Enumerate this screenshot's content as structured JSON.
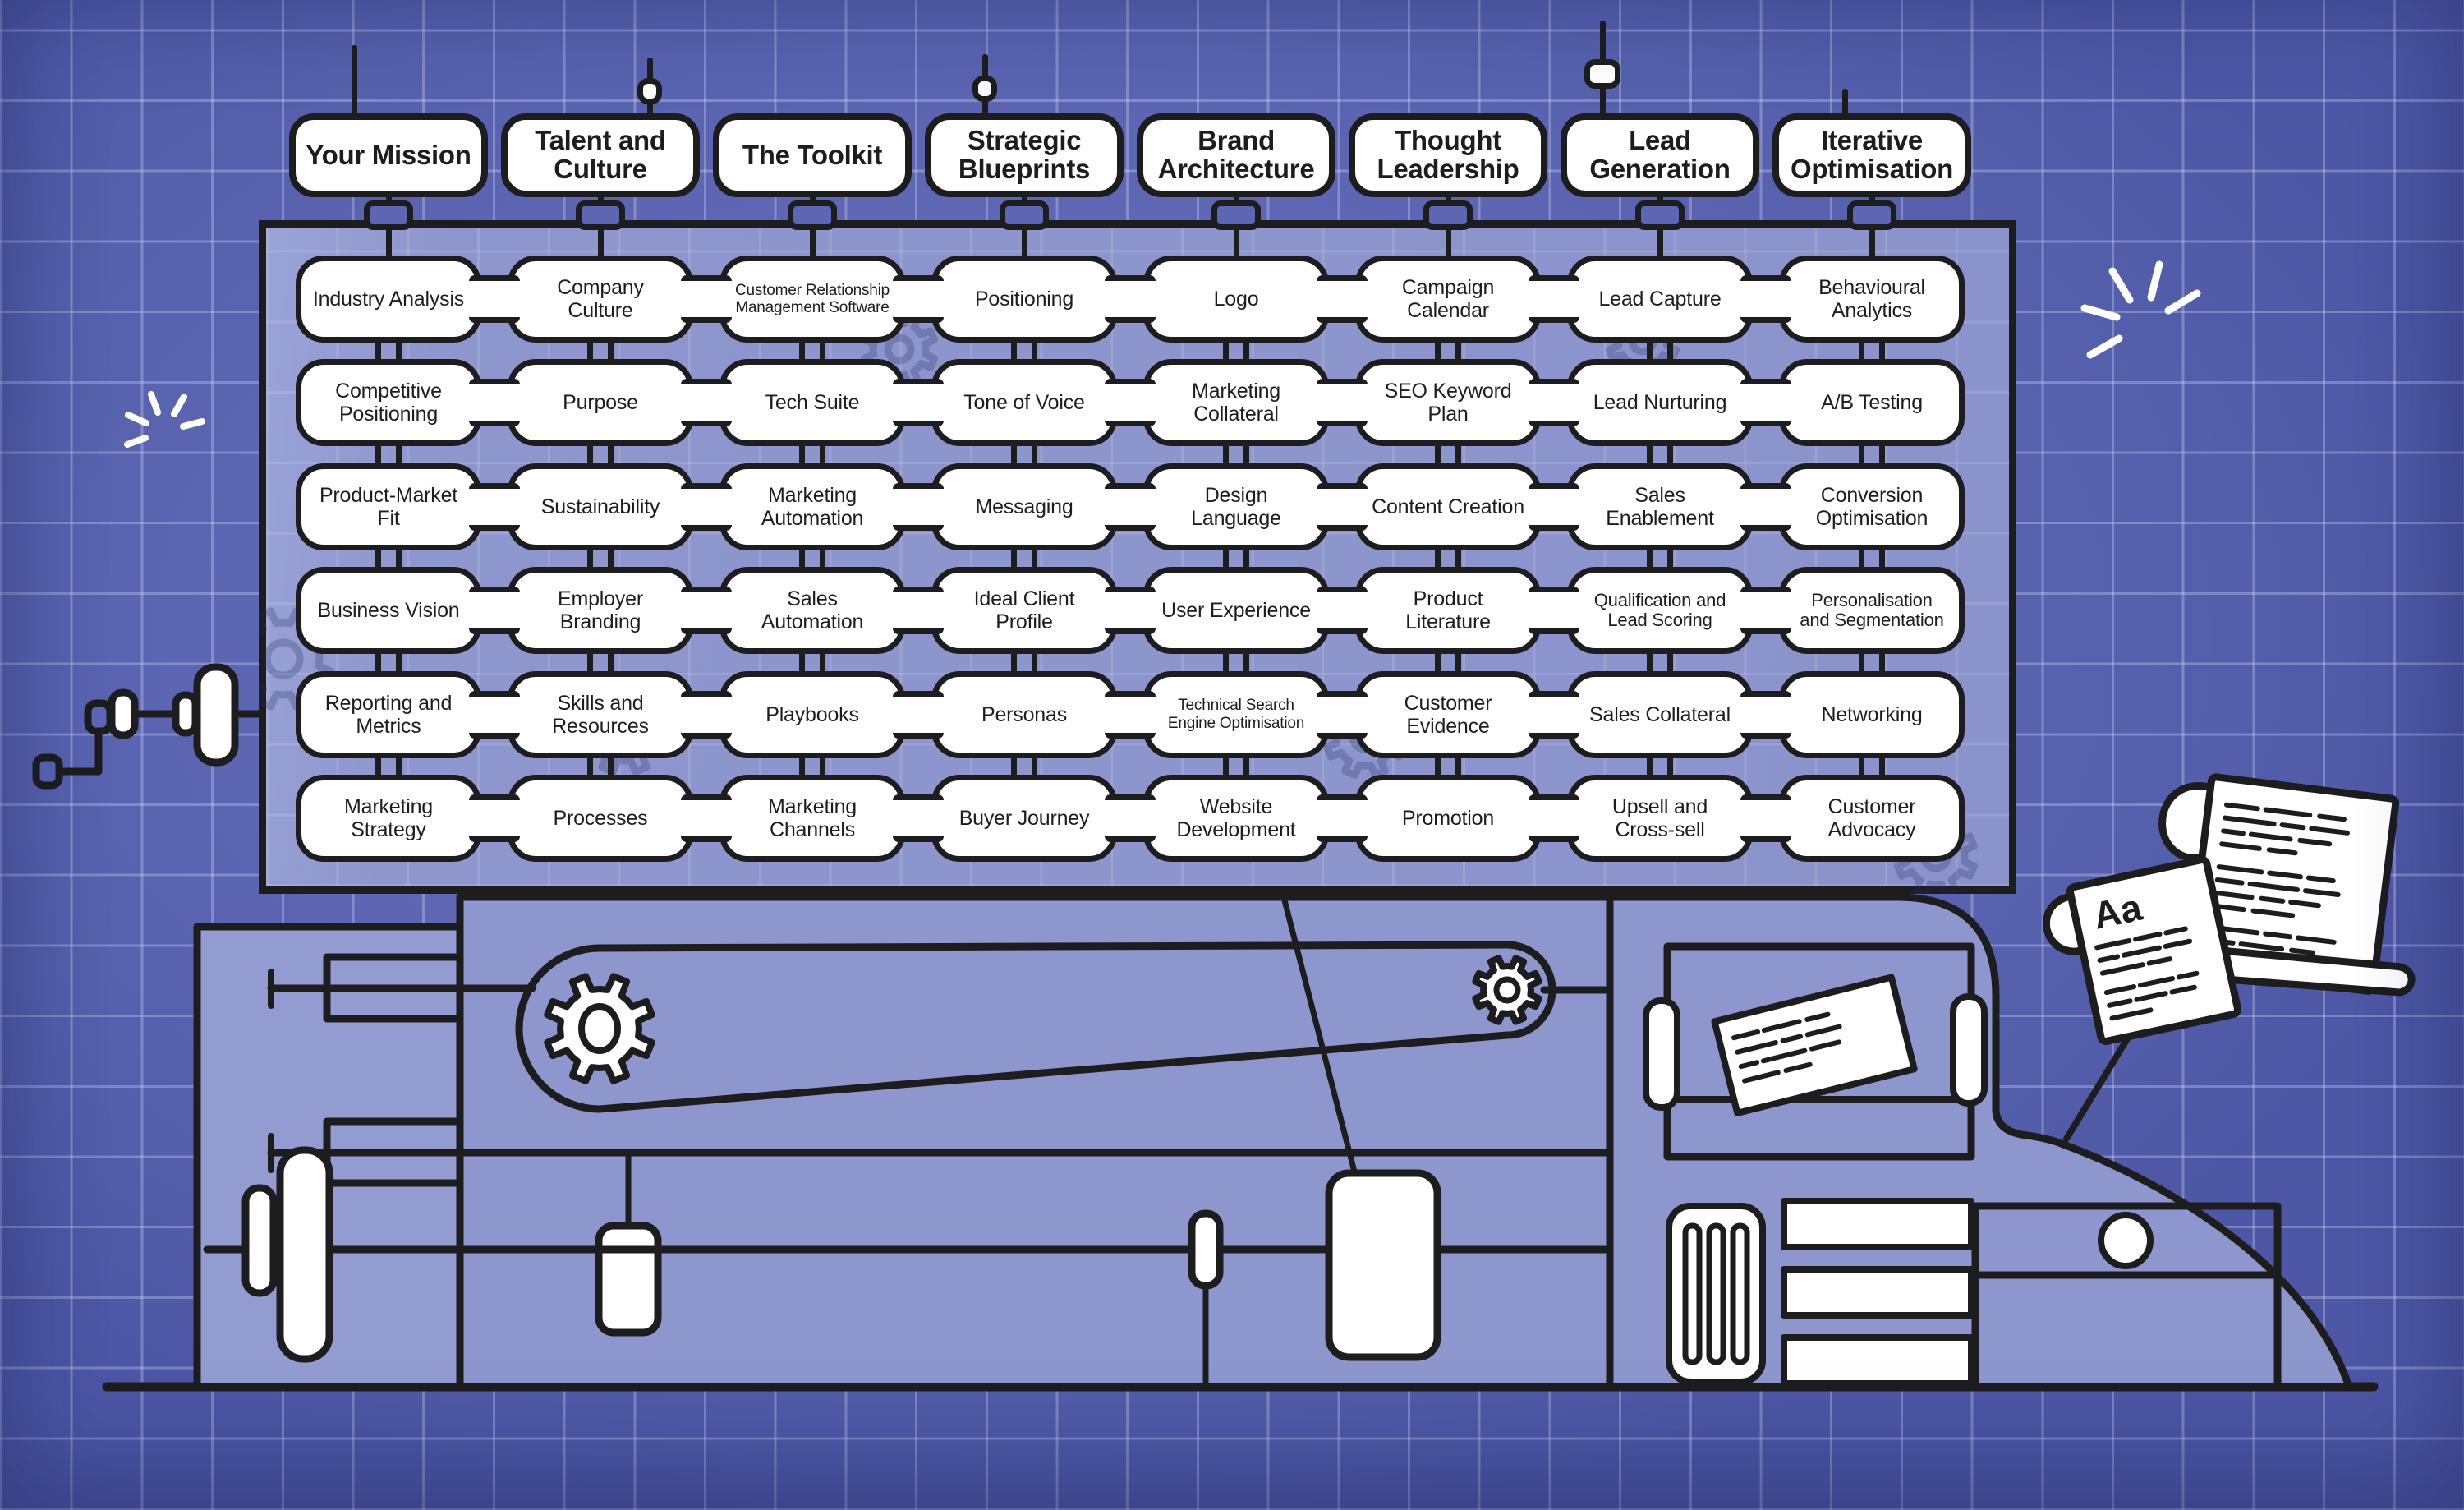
{
  "colors": {
    "background": "#5c66b3",
    "panel": "#8e97cd",
    "ink": "#1d1d20",
    "card": "#ffffff"
  },
  "output_paper": {
    "label": "Aa"
  },
  "columns": [
    {
      "header": "Your Mission",
      "items": [
        "Industry Analysis",
        "Competitive Positioning",
        "Product-Market Fit",
        "Business Vision",
        "Reporting and Metrics",
        "Marketing Strategy"
      ]
    },
    {
      "header": "Talent and Culture",
      "items": [
        "Company Culture",
        "Purpose",
        "Sustainability",
        "Employer Branding",
        "Skills and Resources",
        "Processes"
      ]
    },
    {
      "header": "The Toolkit",
      "items": [
        "Customer Relationship Management Software",
        "Tech Suite",
        "Marketing Automation",
        "Sales Automation",
        "Playbooks",
        "Marketing Channels"
      ]
    },
    {
      "header": "Strategic Blueprints",
      "items": [
        "Positioning",
        "Tone of Voice",
        "Messaging",
        "Ideal Client Profile",
        "Personas",
        "Buyer Journey"
      ]
    },
    {
      "header": "Brand Architecture",
      "items": [
        "Logo",
        "Marketing Collateral",
        "Design Language",
        "User Experience",
        "Technical Search Engine Optimisation",
        "Website Development"
      ]
    },
    {
      "header": "Thought Leadership",
      "items": [
        "Campaign Calendar",
        "SEO Keyword Plan",
        "Content Creation",
        "Product Literature",
        "Customer Evidence",
        "Promotion"
      ]
    },
    {
      "header": "Lead Generation",
      "items": [
        "Lead Capture",
        "Lead Nurturing",
        "Sales Enablement",
        "Qualification and Lead Scoring",
        "Sales Collateral",
        "Upsell and Cross-sell"
      ]
    },
    {
      "header": "Iterative Optimisation",
      "items": [
        "Behavioural Analytics",
        "A/B Testing",
        "Conversion Optimisation",
        "Personalisation and Segmentation",
        "Networking",
        "Customer Advocacy"
      ]
    }
  ]
}
